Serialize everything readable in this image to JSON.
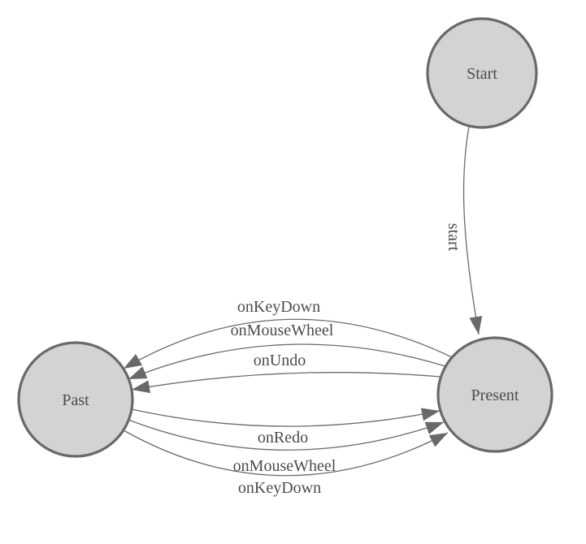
{
  "diagram": {
    "type": "state-machine",
    "background": "#ffffff",
    "colors": {
      "node_fill": "#d3d3d3",
      "node_stroke": "#696969",
      "edge_stroke": "#6b6b6b",
      "arrowhead_fill": "#696969",
      "text": "#4c4c4c"
    },
    "nodes": [
      {
        "id": "start-state",
        "label": "Start"
      },
      {
        "id": "past-state",
        "label": "Past"
      },
      {
        "id": "present-state",
        "label": "Present"
      }
    ],
    "edges": [
      {
        "from": "Start",
        "to": "Present",
        "label": "start"
      },
      {
        "from": "Present",
        "to": "Past",
        "label": "onKeyDown"
      },
      {
        "from": "Present",
        "to": "Past",
        "label": "onMouseWheel"
      },
      {
        "from": "Present",
        "to": "Past",
        "label": "onUndo"
      },
      {
        "from": "Past",
        "to": "Present",
        "label": "onRedo"
      },
      {
        "from": "Past",
        "to": "Present",
        "label": "onMouseWheel"
      },
      {
        "from": "Past",
        "to": "Present",
        "label": "onKeyDown"
      }
    ]
  }
}
